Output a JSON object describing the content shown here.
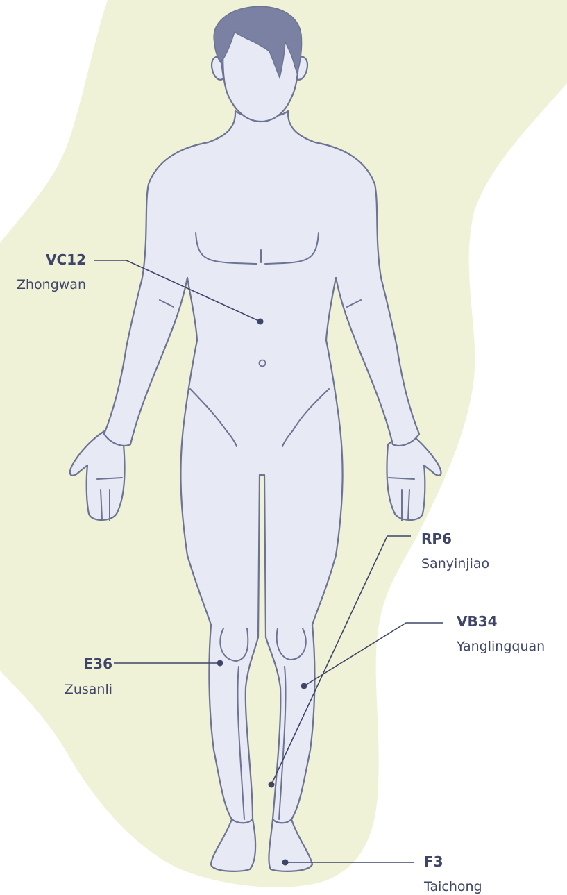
{
  "colors": {
    "background": "#ffffff",
    "blob": "#eff2d7",
    "body_fill": "#e7e9f4",
    "outline": "#6c7393",
    "hair": "#7a81a2",
    "leader": "#3f4568",
    "label_text": "#3f4568"
  },
  "points": [
    {
      "code": "VC12",
      "name": "Zhongwan"
    },
    {
      "code": "E36",
      "name": "Zusanli"
    },
    {
      "code": "VB34",
      "name": "Yanglingquan"
    },
    {
      "code": "RP6",
      "name": "Sanyinjiao"
    },
    {
      "code": "F3",
      "name": "Taichong"
    }
  ]
}
